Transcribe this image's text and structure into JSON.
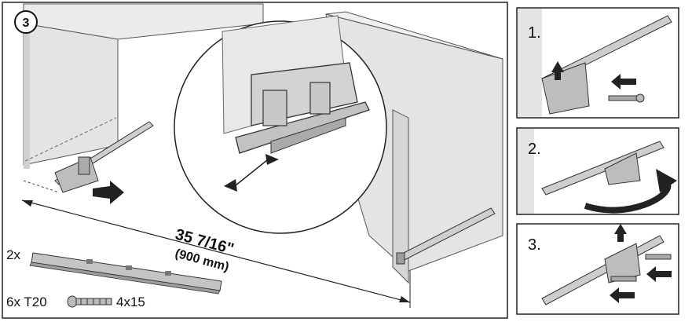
{
  "step": {
    "number": "3"
  },
  "dimension": {
    "inches": "35 7/16\"",
    "mm": "(900 mm)"
  },
  "parts": {
    "rail_qty": "2x",
    "screw_qty_type": "6x T20",
    "screw_size": "4x15"
  },
  "substeps": [
    {
      "label": "1."
    },
    {
      "label": "2."
    },
    {
      "label": "3."
    }
  ],
  "colors": {
    "panel_gray": "#e6e6e6",
    "part_gray": "#bdbdbd",
    "arrow": "#222222"
  }
}
